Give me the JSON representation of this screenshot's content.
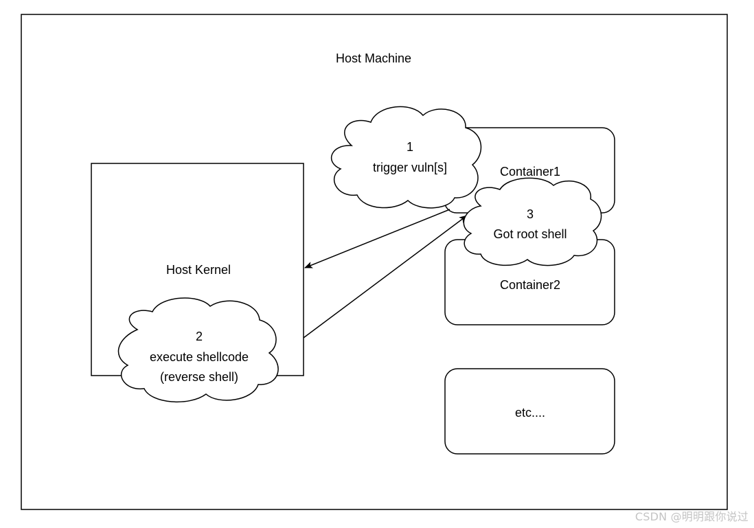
{
  "host_machine": {
    "label": "Host Machine"
  },
  "host_kernel": {
    "label": "Host Kernel"
  },
  "containers": [
    {
      "label": "Container1"
    },
    {
      "label": "Container2"
    },
    {
      "label": "etc...."
    }
  ],
  "clouds": {
    "trigger": {
      "step": "1",
      "text": "trigger vuln[s]"
    },
    "shellcode": {
      "step": "2",
      "line1": "execute shellcode",
      "line2": "(reverse shell)"
    },
    "root": {
      "step": "3",
      "text": "Got root shell"
    }
  },
  "watermark": "CSDN @明明跟你说过"
}
